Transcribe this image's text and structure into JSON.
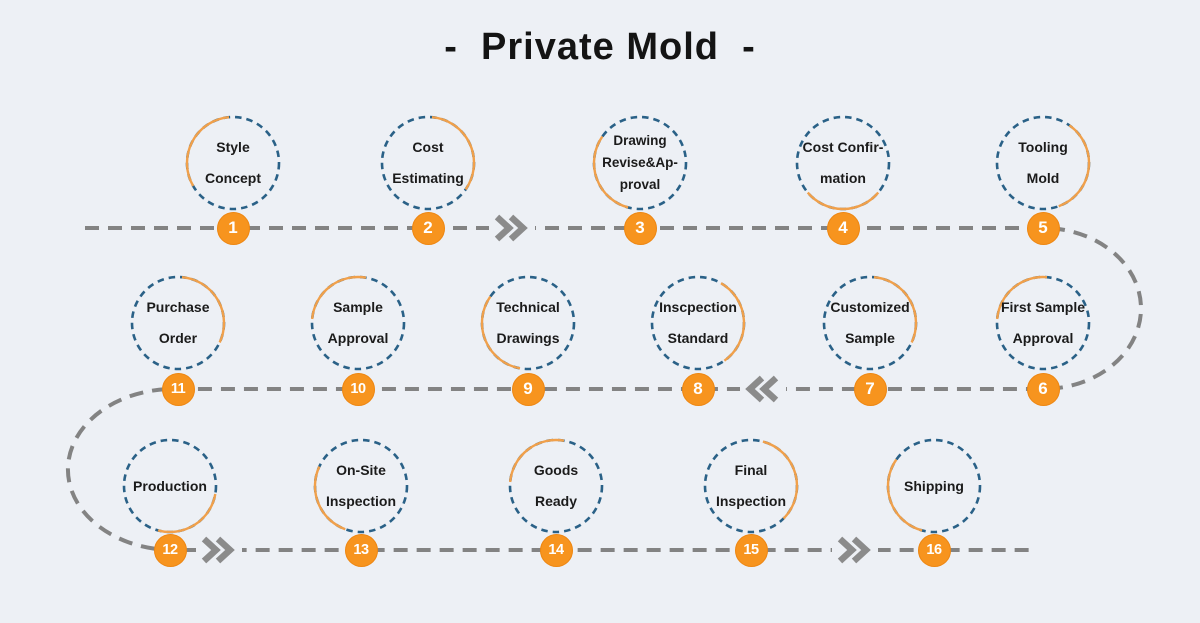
{
  "title": "-  Private Mold  -",
  "colors": {
    "background": "#edf0f5",
    "line_gray": "#838383",
    "chevron_gray": "#8b8b8b",
    "circle_dash_blue": "#2a6187",
    "arc_orange": "#f0a04b",
    "badge_orange": "#f7941e",
    "badge_number_white": "#ffffff",
    "text_black": "#1b1b1b"
  },
  "steps": [
    {
      "num": "1",
      "label": "Style\nConcept"
    },
    {
      "num": "2",
      "label": "Cost\nEstimating"
    },
    {
      "num": "3",
      "label": "Drawing\nRevise&Ap-\nproval"
    },
    {
      "num": "4",
      "label": "Cost Confir-\nmation"
    },
    {
      "num": "5",
      "label": "Tooling\nMold"
    },
    {
      "num": "6",
      "label": "First Sample\nApproval"
    },
    {
      "num": "7",
      "label": "Customized\nSample"
    },
    {
      "num": "8",
      "label": "Inscpection\nStandard"
    },
    {
      "num": "9",
      "label": "Technical\nDrawings"
    },
    {
      "num": "10",
      "label": "Sample\nApproval"
    },
    {
      "num": "11",
      "label": "Purchase\nOrder"
    },
    {
      "num": "12",
      "label": "Production"
    },
    {
      "num": "13",
      "label": "On-Site\nInspection"
    },
    {
      "num": "14",
      "label": "Goods\nReady"
    },
    {
      "num": "15",
      "label": "Final\nInspection"
    },
    {
      "num": "16",
      "label": "Shipping"
    }
  ]
}
